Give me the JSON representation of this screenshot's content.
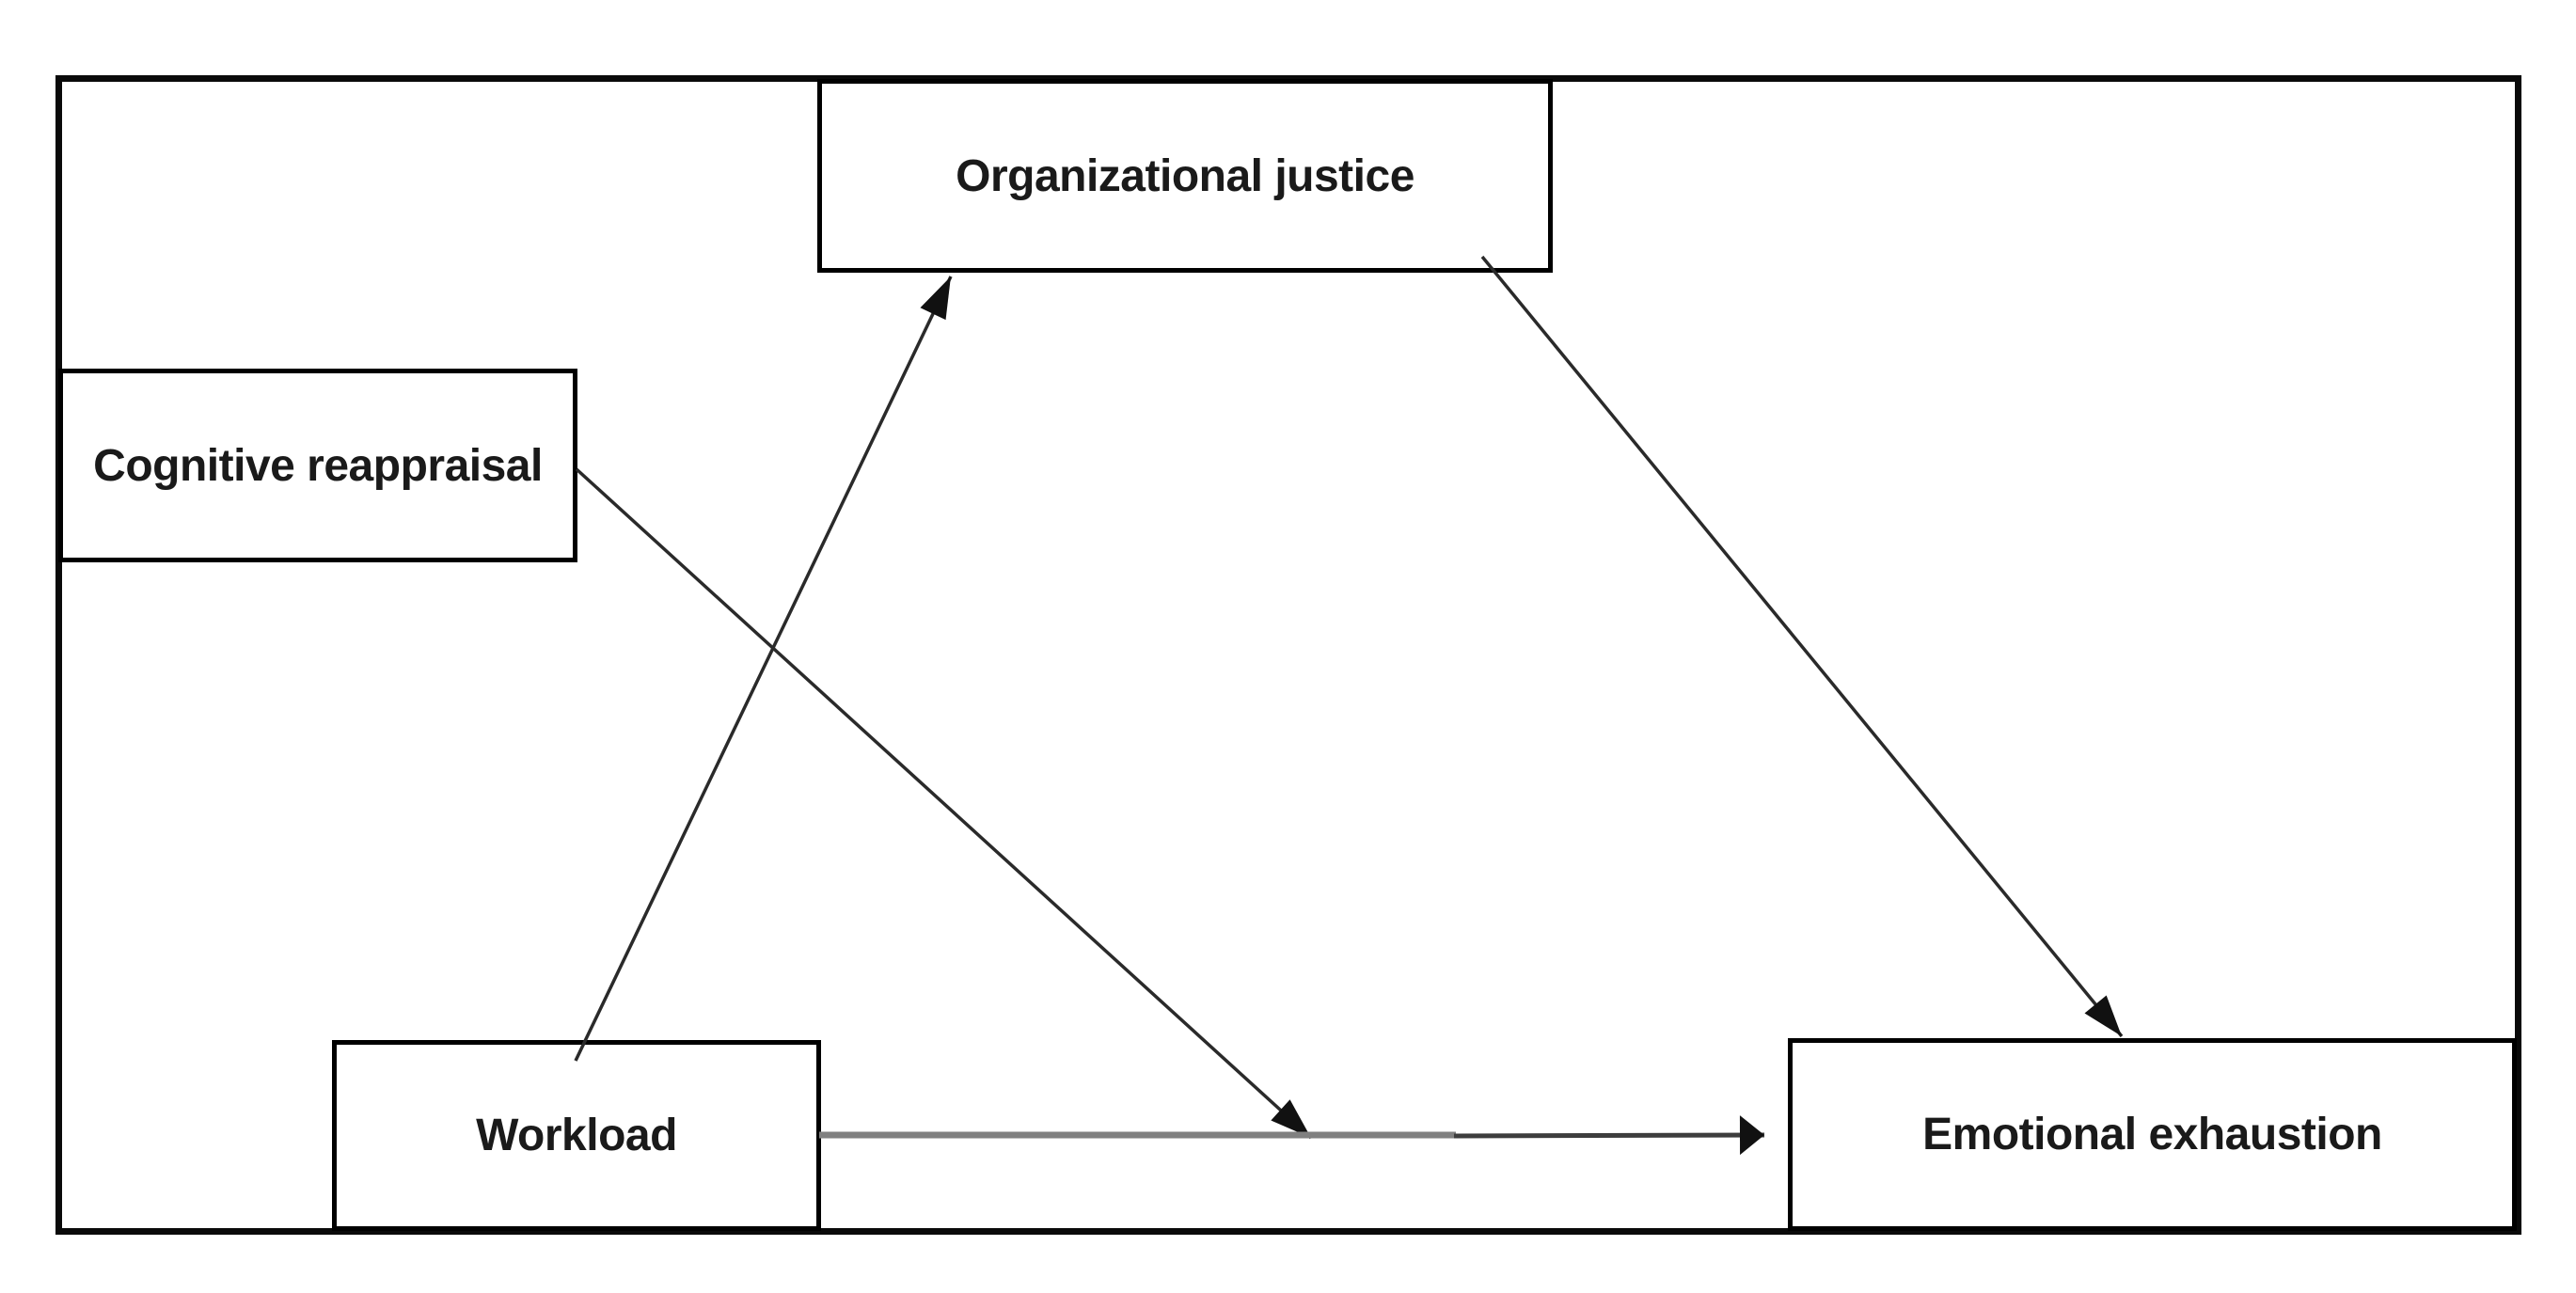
{
  "figure": {
    "type": "path-model-diagram",
    "description": "Conceptual model: workload, organizational justice, cognitive reappraisal and emotional exhaustion"
  },
  "nodes": {
    "organizational_justice": {
      "label": "Organizational justice"
    },
    "cognitive_reappraisal": {
      "label": "Cognitive reappraisal"
    },
    "workload": {
      "label": "Workload"
    },
    "emotional_exhaustion": {
      "label": "Emotional exhaustion"
    }
  },
  "edges": [
    {
      "from": "Workload",
      "to": "Organizational justice",
      "kind": "direct-arrow"
    },
    {
      "from": "Organizational justice",
      "to": "Emotional exhaustion",
      "kind": "direct-arrow"
    },
    {
      "from": "Workload",
      "to": "Emotional exhaustion",
      "kind": "direct-arrow"
    },
    {
      "from": "Cognitive reappraisal",
      "to": "Workload-Emotional exhaustion path",
      "kind": "moderation-arrow"
    }
  ],
  "colors": {
    "frame": "#0a0a0a",
    "box_border": "#000000",
    "box_fill": "#ffffff",
    "text": "#1a1a1a",
    "edge": "#2a2a2a",
    "direct_path_left": "#808080",
    "direct_path_right": "#3d3d3d",
    "arrowhead": "#111111"
  }
}
